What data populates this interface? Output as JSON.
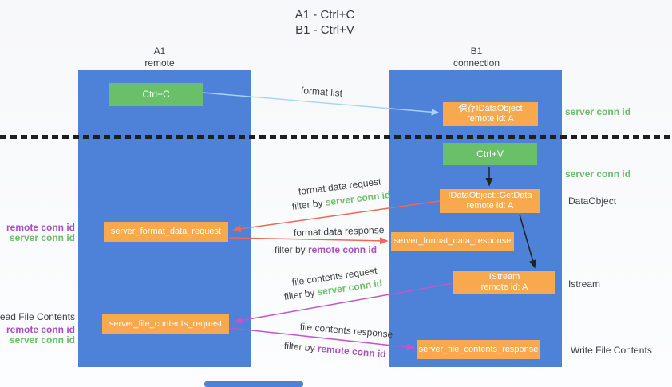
{
  "title": {
    "line1": "A1 - Ctrl+C",
    "line2": "B1 - Ctrl+V"
  },
  "lanes": {
    "left": {
      "name": "A1",
      "role": "remote"
    },
    "right": {
      "name": "B1",
      "role": "connection"
    }
  },
  "nodes": {
    "ctrl_c": {
      "label": "Ctrl+C"
    },
    "ctrl_v": {
      "label": "Ctrl+V"
    },
    "save_dataobject": {
      "line1": "保存IDataObject",
      "line2": "remote id: A"
    },
    "getdata": {
      "line1": "IDataObject::GetData",
      "line2": "remote id: A"
    },
    "istream": {
      "line1": "IStream",
      "line2": "remote id: A"
    },
    "format_request": {
      "label": "server_format_data_request"
    },
    "format_response": {
      "label": "server_format_data_response"
    },
    "file_request": {
      "label": "server_file_contents_request"
    },
    "file_response": {
      "label": "server_file_contents_response"
    }
  },
  "arrows": {
    "format_list": {
      "label": "format list"
    },
    "format_request": {
      "label": "format data request",
      "filter_prefix": "filter by ",
      "filter_key": "server conn id"
    },
    "format_response": {
      "label": "format data response",
      "filter_prefix": "filter by ",
      "filter_key": "remote conn id"
    },
    "file_request": {
      "label": "file contents request",
      "filter_prefix": "filter by ",
      "filter_key": "server conn id"
    },
    "file_response": {
      "label": "file contents response",
      "filter_prefix": "filter by ",
      "filter_key": "remote conn id"
    }
  },
  "annotations": {
    "server_conn_id_top": "server conn id",
    "server_conn_id_mid": "server conn id",
    "dataobject": "DataObject",
    "istream": "Istream",
    "write_file_contents": "Write File Contents",
    "read_file_contents": "Read File Contents",
    "left_format": {
      "remote": "remote conn id",
      "server": "server conn id"
    },
    "left_file": {
      "remote": "remote conn id",
      "server": "server conn id"
    }
  },
  "colors": {
    "lane_blue": "#4d82d8",
    "node_green": "#6abf69",
    "node_orange": "#f8a94d",
    "arrow_red": "#ee6757",
    "arrow_magenta": "#c455cb",
    "arrow_lightblue": "#a6d4f5",
    "arrow_black": "#222222",
    "text_green": "#6abf69",
    "text_purple": "#ab4ec0"
  }
}
